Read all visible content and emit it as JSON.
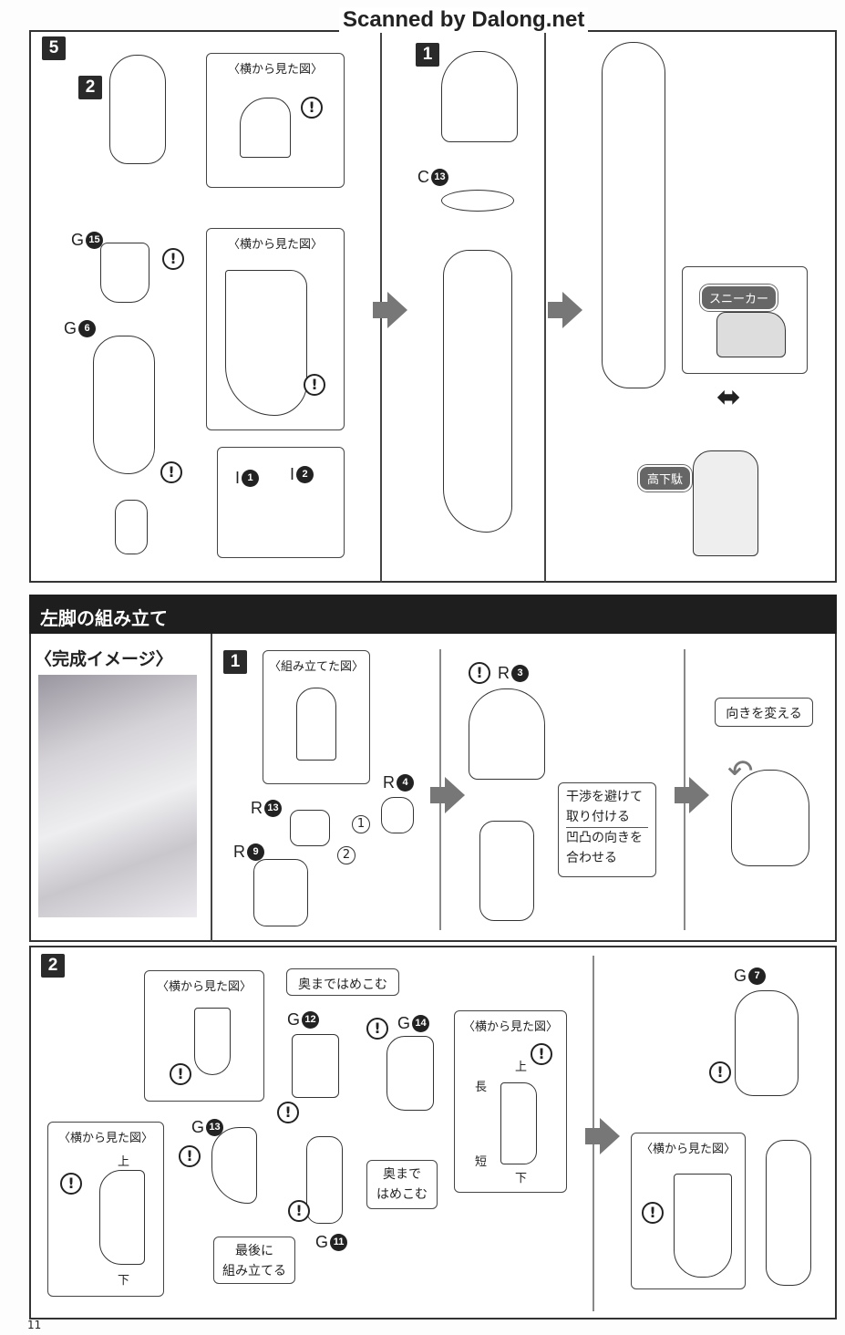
{
  "watermark": "Scanned by Dalong.net",
  "page_number": "11",
  "step5": {
    "badge": "5",
    "sub_badge": "2",
    "mid_badge": "1",
    "side_view_1": "〈横から見た図〉",
    "side_view_2": "〈横から見た図〉",
    "labels": {
      "g15": "G",
      "g15n": "15",
      "g6": "G",
      "g6n": "6",
      "i1": "I",
      "i1n": "1",
      "i2": "I",
      "i2n": "2",
      "c13": "C",
      "c13n": "13"
    },
    "sneaker": "スニーカー",
    "geta": "高下駄"
  },
  "section_title": "左脚の組み立て",
  "completed_image": "〈完成イメージ〉",
  "step1": {
    "badge": "1",
    "assembled_view": "〈組み立てた図〉",
    "labels": {
      "r13": "R",
      "r13n": "13",
      "r4": "R",
      "r4n": "4",
      "r9": "R",
      "r9n": "9",
      "r3": "R",
      "r3n": "3",
      "c1": "1",
      "c2": "2"
    },
    "note_line1": "干渉を避けて",
    "note_line2": "取り付ける",
    "note_line3": "凹凸の向きを",
    "note_line4": "合わせる",
    "rotate": "向きを変える"
  },
  "step2": {
    "badge": "2",
    "side_view_a": "〈横から見た図〉",
    "side_view_b": "〈横から見た図〉",
    "side_view_c": "〈横から見た図〉",
    "side_view_d": "〈横から見た図〉",
    "push_in": "奥まではめこむ",
    "push_in_2a": "奥まで",
    "push_in_2b": "はめこむ",
    "last_a": "最後に",
    "last_b": "組み立てる",
    "top": "上",
    "bottom": "下",
    "long": "長",
    "short": "短",
    "top2": "上",
    "bottom2": "下",
    "labels": {
      "g12": "G",
      "g12n": "12",
      "g14": "G",
      "g14n": "14",
      "g13": "G",
      "g13n": "13",
      "g11": "G",
      "g11n": "11",
      "g7": "G",
      "g7n": "7"
    }
  },
  "excl": "!"
}
